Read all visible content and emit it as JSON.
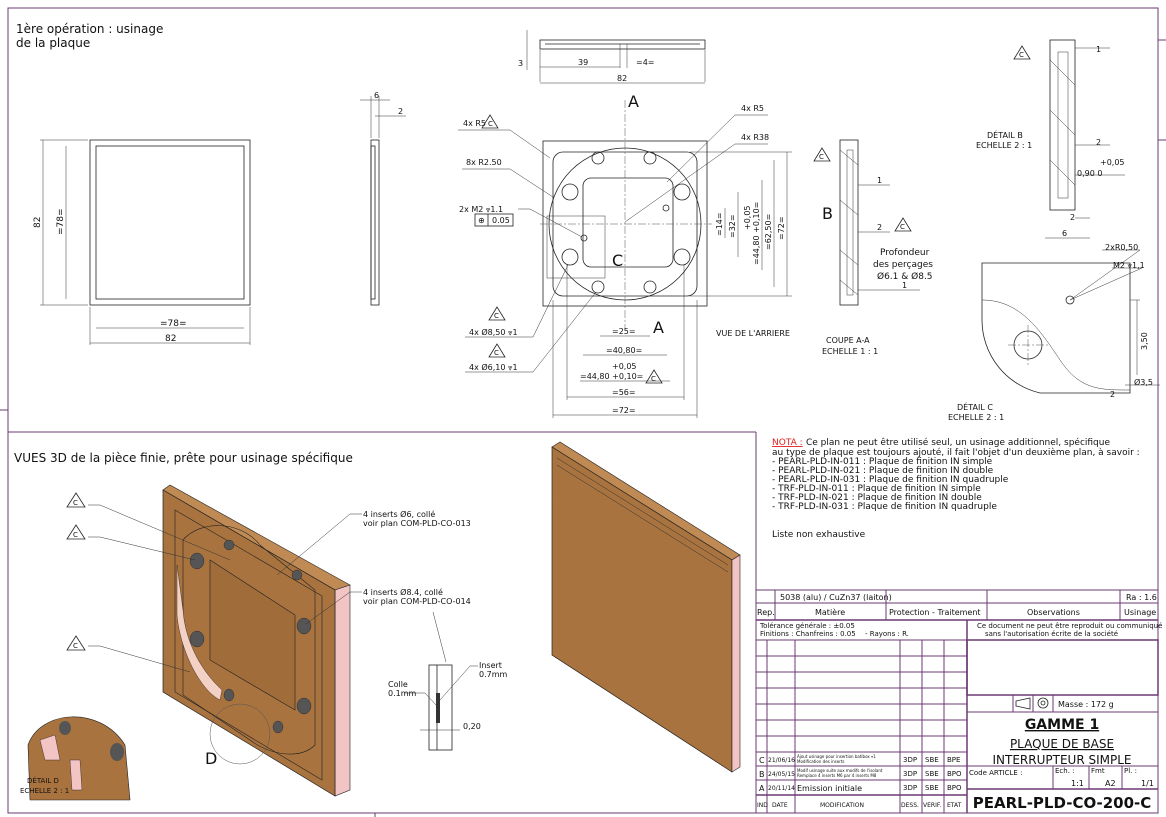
{
  "operation_title": [
    "1ère opération :  usinage",
    "de la plaque"
  ],
  "front_view": {
    "height": "82",
    "height_inner": "=78=",
    "width_inner": "=78=",
    "width": "82"
  },
  "side_view": {
    "thickness": "6",
    "step": "2"
  },
  "top_view": {
    "thickness": "3",
    "offset": "39",
    "slot": "=4=",
    "width": "82"
  },
  "back_view": {
    "section_mark": "A",
    "corner_radius": "4x R5",
    "corner_radius_2": "4x R5",
    "arc_radius": "4x R38",
    "fillets": "8x R2.50",
    "thread": "2x M2 ⩔1.1",
    "position_tolerance": "0.05",
    "hole_large": "4x Ø8,50 ⩔1",
    "hole_small": "4x Ø6,10 ⩔1",
    "dims_h": [
      "=25=",
      "=40,80=",
      "+0,05",
      "=44,80 +0,10=",
      "=56=",
      "=72="
    ],
    "dims_v": [
      "=14=",
      "=32=",
      "+0,05",
      "=44,80 +0,10=",
      "=62,50=",
      "=72="
    ],
    "detail_c_mark": "C",
    "detail_b_mark": "B",
    "caption": "VUE DE L'ARRIERE",
    "critical": "C"
  },
  "section_aa": {
    "caption": "COUPE A-A",
    "scale": "ECHELLE 1 : 1",
    "depth_label": [
      "Profondeur",
      "des perçages",
      "Ø6.1 & Ø8.5"
    ],
    "dims": [
      "1",
      "2",
      "1"
    ]
  },
  "detail_b": {
    "caption": "DÉTAIL B",
    "scale": "ECHELLE 2 : 1",
    "dims": [
      "1",
      "2",
      "+0,05",
      "0,90  0",
      "2",
      "6"
    ]
  },
  "detail_c": {
    "caption": "DÉTAIL C",
    "scale": "ECHELLE 2 : 1",
    "fillet": "2xR0,50",
    "thread": "M2 ⩔1,1",
    "height": "3,50",
    "diameter": "Ø3,5",
    "offset": "2"
  },
  "views_3d": {
    "title": "VUES 3D de la pièce finie, prête pour usinage spécifique",
    "insert_small": [
      "4 inserts Ø6, collé",
      "voir plan COM-PLD-CO-013"
    ],
    "insert_large": [
      "4 inserts Ø8.4, collé",
      "voir plan COM-PLD-CO-014"
    ],
    "glue": [
      "Colle",
      "0.1mm"
    ],
    "insert": [
      "Insert",
      "0.7mm"
    ],
    "gap": "0,20",
    "detail_mark": "D",
    "detail_caption": "DÉTAIL D",
    "detail_scale": "ECHELLE 2 : 1"
  },
  "notes": {
    "label": "NOTA :",
    "lines": [
      "Ce plan ne peut être utilisé seul, un usinage additionnel, spécifique",
      "au type de plaque est toujours ajouté, il fait l'objet d'un deuxième plan, à savoir :",
      "- PEARL-PLD-IN-011 : Plaque de finition IN simple",
      "- PEARL-PLD-IN-021 : Plaque de finition IN double",
      "- PEARL-PLD-IN-031 : Plaque de finition IN quadruple",
      "- TRF-PLD-IN-011 : Plaque de finition IN simple",
      "- TRF-PLD-IN-021 : Plaque de finition IN double",
      "- TRF-PLD-IN-031 : Plaque de finition IN quadruple"
    ],
    "footer": "Liste non exhaustive",
    "accent": "#e02020"
  },
  "title_block": {
    "material": "5038 (alu) / CuZn37 (laiton)",
    "roughness": "Ra : 1.6",
    "headers": [
      "Rep.",
      "Matière",
      "Protection - Traitement",
      "Observations",
      "Usinage"
    ],
    "tolerance": "Tolérance générale  : ±0.05",
    "finishes": "Finitions : Chanfreins : 0.05",
    "radii": "- Rayons : R.",
    "copyright": [
      "Ce document ne peut être reproduit ou communiqué",
      "sans l'autorisation écrite de la société"
    ],
    "mass": "Masse :  172 g",
    "gamme": "GAMME 1",
    "title1": "PLAQUE DE BASE",
    "title2": "INTERRUPTEUR SIMPLE",
    "code_label": "Code ARTICLE :",
    "scale_label": "Ech. :",
    "scale": "1:1",
    "format_label": "Fmt",
    "format": "A2",
    "sheet_label": "Pl. :",
    "sheet": "1/1",
    "reference": "PEARL-PLD-CO-200-C",
    "revisions": [
      {
        "ind": "C",
        "date": "21/06/16",
        "mod": [
          "Ajout usinage pour insertion batibox ⩔1",
          "Modification des inserts"
        ],
        "dess": "3DP",
        "verif": "SBE",
        "etat": "BPE"
      },
      {
        "ind": "B",
        "date": "24/05/15",
        "mod": [
          "Modif usinage suite aux modifs de l'isolant",
          "Remplace 4 inserts M6 par 4 inserts M8"
        ],
        "dess": "3DP",
        "verif": "SBE",
        "etat": "BPO"
      },
      {
        "ind": "A",
        "date": "20/11/14",
        "mod": [
          "Emission initiale"
        ],
        "dess": "3DP",
        "verif": "SBE",
        "etat": "BPO"
      }
    ],
    "rev_headers": [
      "IND",
      "DATE",
      "MODIFICATION",
      "DESS.",
      "VERIF.",
      "ETAT"
    ],
    "frame_color": "#6b3a73"
  }
}
